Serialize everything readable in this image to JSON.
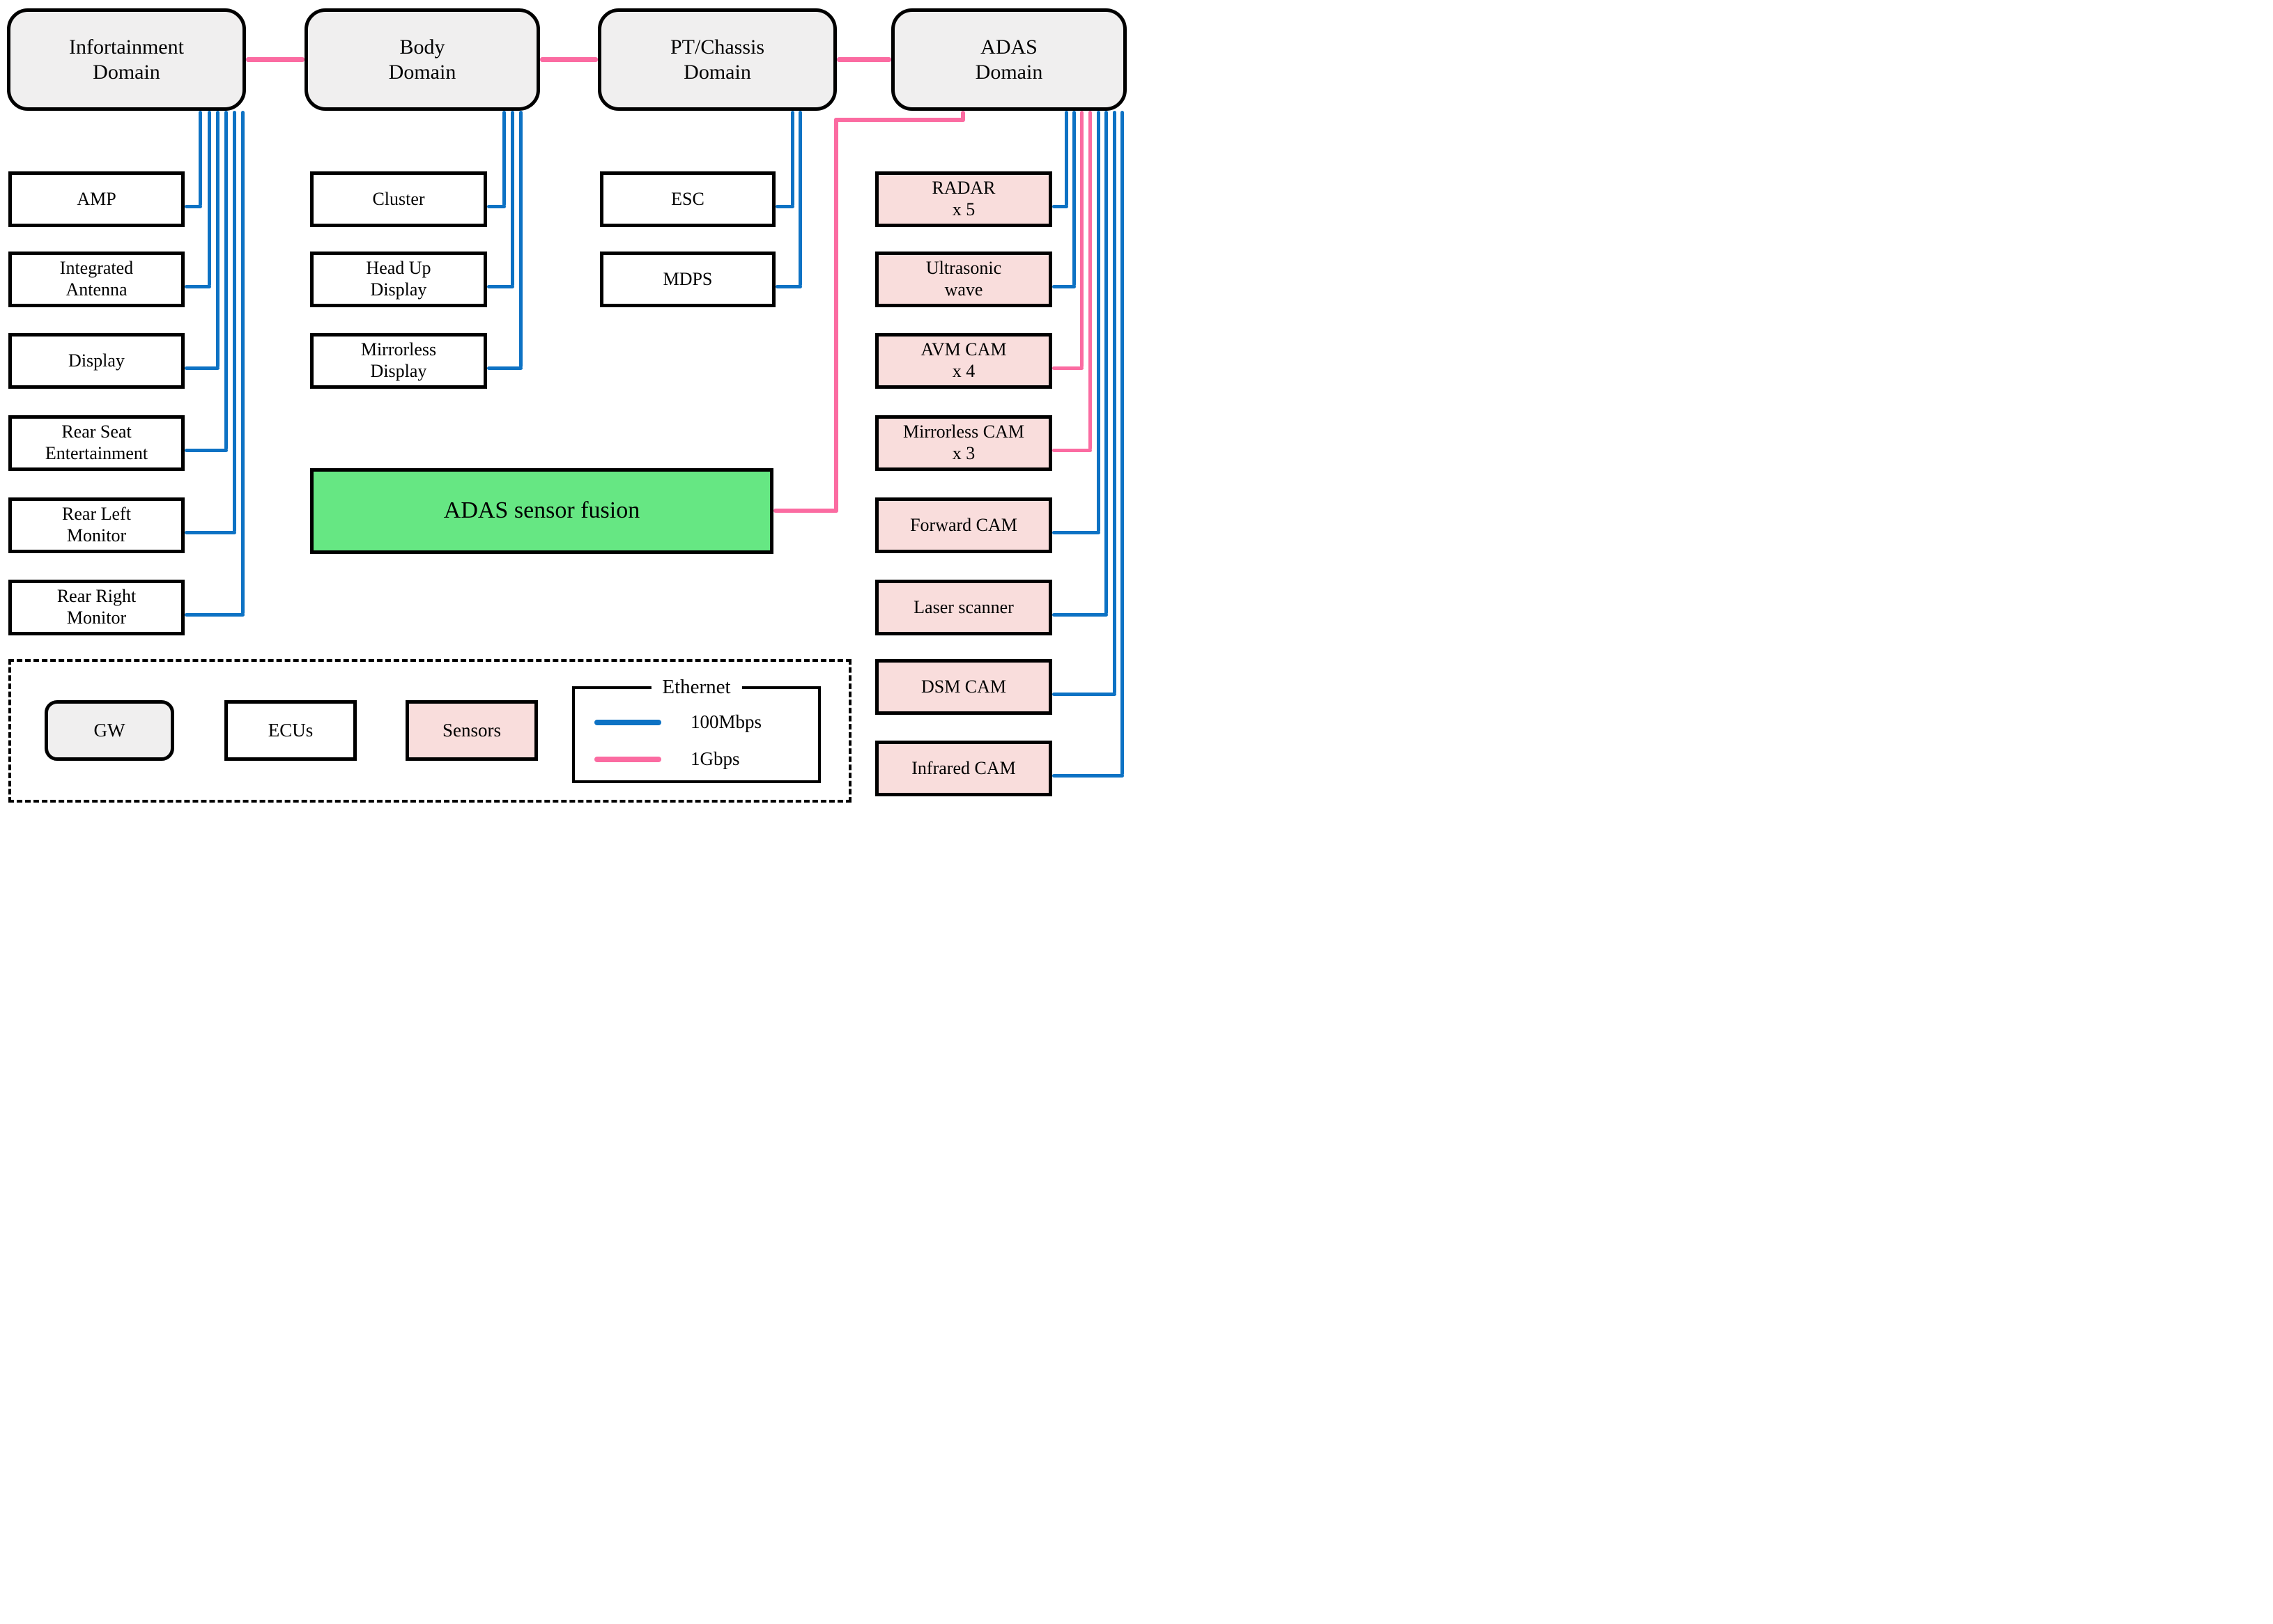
{
  "domains": [
    {
      "id": "infotainment",
      "label": "Infortainment\nDomain"
    },
    {
      "id": "body",
      "label": "Body\nDomain"
    },
    {
      "id": "pt_chassis",
      "label": "PT/Chassis\nDomain"
    },
    {
      "id": "adas",
      "label": "ADAS\nDomain"
    }
  ],
  "infotainment_ecus": [
    "AMP",
    "Integrated\nAntenna",
    "Display",
    "Rear Seat\nEntertainment",
    "Rear Left\nMonitor",
    "Rear Right\nMonitor"
  ],
  "body_ecus": [
    "Cluster",
    "Head Up\nDisplay",
    "Mirrorless\nDisplay"
  ],
  "pt_chassis_ecus": [
    "ESC",
    "MDPS"
  ],
  "adas_sensors": [
    {
      "label": "RADAR\nx 5",
      "link": "100Mbps"
    },
    {
      "label": "Ultrasonic\nwave",
      "link": "100Mbps"
    },
    {
      "label": "AVM CAM\nx 4",
      "link": "1Gbps"
    },
    {
      "label": "Mirrorless CAM\nx 3",
      "link": "1Gbps"
    },
    {
      "label": "Forward CAM",
      "link": "100Mbps"
    },
    {
      "label": "Laser scanner",
      "link": "100Mbps"
    },
    {
      "label": "DSM CAM",
      "link": "100Mbps"
    },
    {
      "label": "Infrared CAM",
      "link": "100Mbps"
    }
  ],
  "fusion_label": "ADAS sensor fusion",
  "legend": {
    "gw": "GW",
    "ecus": "ECUs",
    "sensors": "Sensors",
    "ethernet_title": "Ethernet",
    "speeds": [
      {
        "label": "100Mbps",
        "color": "#0d72c4"
      },
      {
        "label": "1Gbps",
        "color": "#fb6ba1"
      }
    ]
  },
  "colors": {
    "ethernet_100mbps": "#0d72c4",
    "ethernet_1gbps": "#fb6ba1",
    "domain_fill": "#f0efef",
    "sensor_fill": "#f9dddc",
    "fusion_fill": "#66e783",
    "ecu_fill": "#ffffff",
    "border": "#000000"
  }
}
